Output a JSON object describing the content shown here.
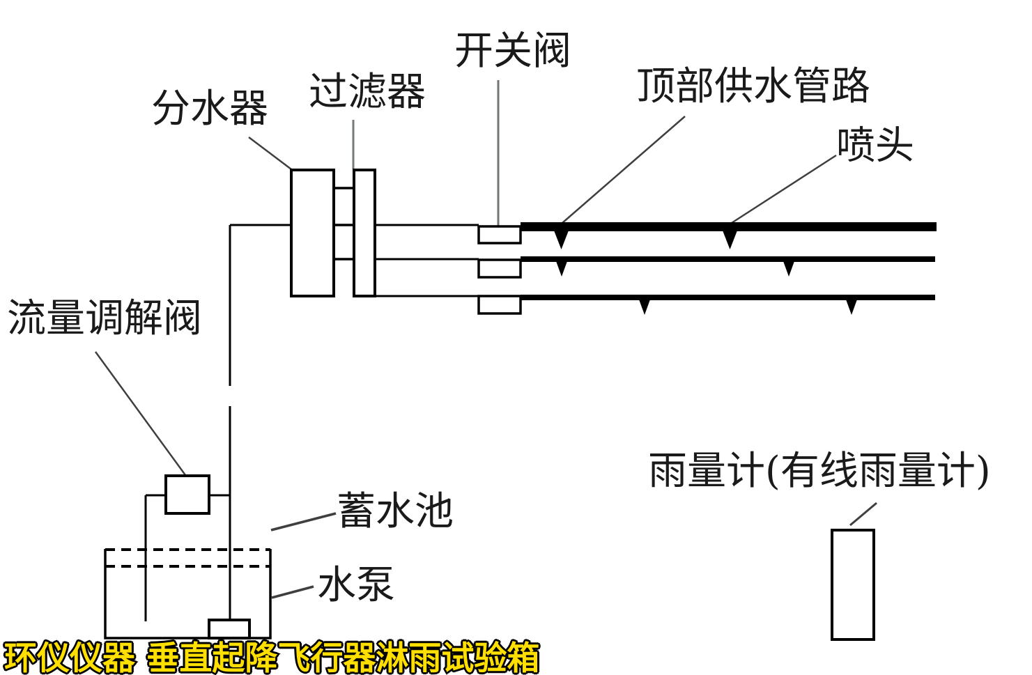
{
  "diagram": {
    "title_watermark": "环仪仪器 垂直起降飞行器淋雨试验箱",
    "labels": {
      "water_divider": "分水器",
      "filter": "过滤器",
      "switch_valve": "开关阀",
      "top_supply_pipe": "顶部供水管路",
      "nozzle": "喷头",
      "flow_regulating_valve": "流量调解阀",
      "reservoir": "蓄水池",
      "water_pump": "水泵",
      "rain_gauge": "雨量计(有线雨量计)"
    },
    "components": [
      "分水器",
      "过滤器",
      "开关阀",
      "顶部供水管路",
      "喷头",
      "流量调解阀",
      "蓄水池",
      "水泵",
      "雨量计(有线雨量计)"
    ],
    "structure": {
      "supply_pipes_count": 3,
      "switch_valves_count": 3,
      "nozzles_per_pipe": 2
    },
    "colors": {
      "background": "#ffffff",
      "line": "#000000",
      "leader": "#555555",
      "watermark_fill": "#ffdf00",
      "watermark_outline": "#000000"
    }
  }
}
